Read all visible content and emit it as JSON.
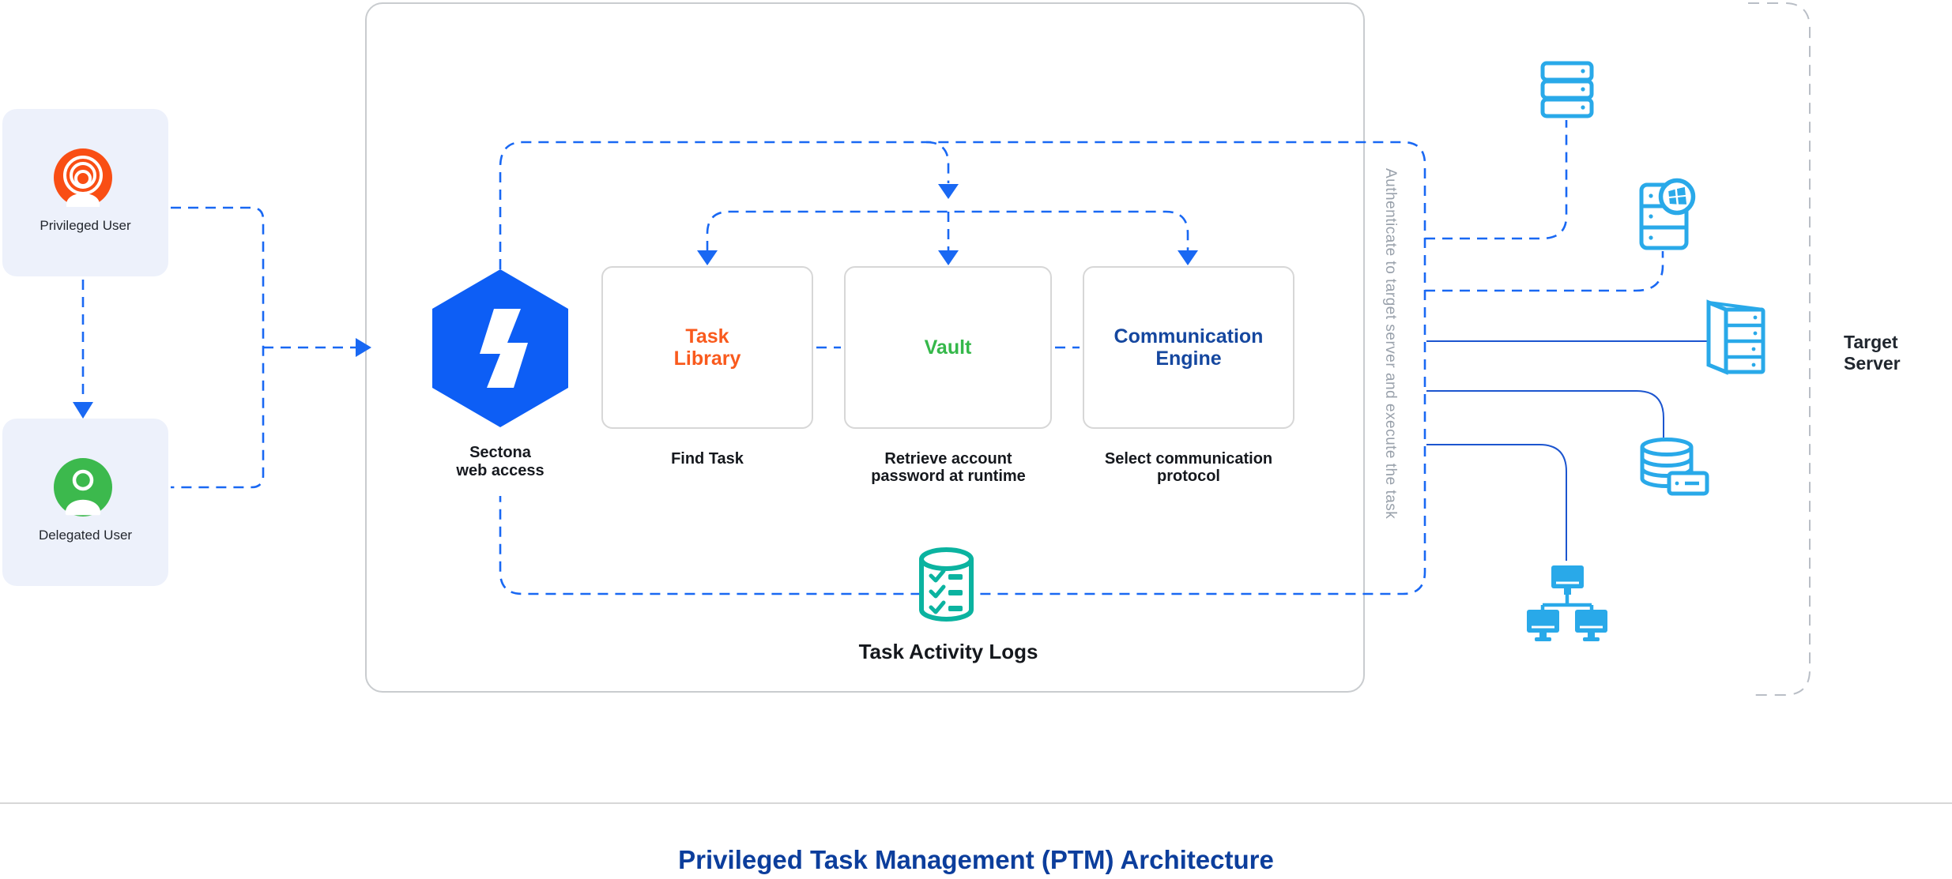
{
  "users": [
    {
      "label": "Privileged User",
      "icon": "user-focus-icon",
      "icon_color": "#f94e14"
    },
    {
      "label": "Delegated User",
      "icon": "user-icon",
      "icon_color": "#3cb94d"
    }
  ],
  "platform": {
    "logo_icon": "sectona-hexagon-bolt-icon",
    "label": "Sectona\nweb access"
  },
  "modules": [
    {
      "title": "Task\nLibrary",
      "title_color": "#f95a1d",
      "caption": "Find Task"
    },
    {
      "title": "Vault",
      "title_color": "#35b84a",
      "caption": "Retrieve account\npassword at runtime"
    },
    {
      "title": "Communication\nEngine",
      "title_color": "#15479f",
      "caption": "Select communication\nprotocol"
    }
  ],
  "logs": {
    "icon": "task-activity-logs-icon",
    "label": "Task Activity Logs",
    "color": "#0bb3a0"
  },
  "right_note": "Authenticate to target server and execute the task",
  "target": {
    "label": "Target Server",
    "icons": [
      "rack-server-icon",
      "windows-server-icon",
      "target-server-icon",
      "database-server-icon",
      "workstation-network-icon"
    ],
    "icon_color": "#29a9e9"
  },
  "footer": {
    "title": "Privileged Task Management (PTM) Architecture"
  },
  "colors": {
    "flow_blue": "#1968f3",
    "solid_blue": "#1c55cf",
    "icon_blue": "#29a9e9",
    "hexagon_blue": "#0d5ef5",
    "task_library_orange": "#f95a1d",
    "vault_green": "#35b84a",
    "comm_engine_navy": "#15479f",
    "logs_teal": "#0bb3a0",
    "title_navy": "#0c3e9c",
    "note_gray": "#99a1ab",
    "card_bg": "#edf1fb"
  }
}
